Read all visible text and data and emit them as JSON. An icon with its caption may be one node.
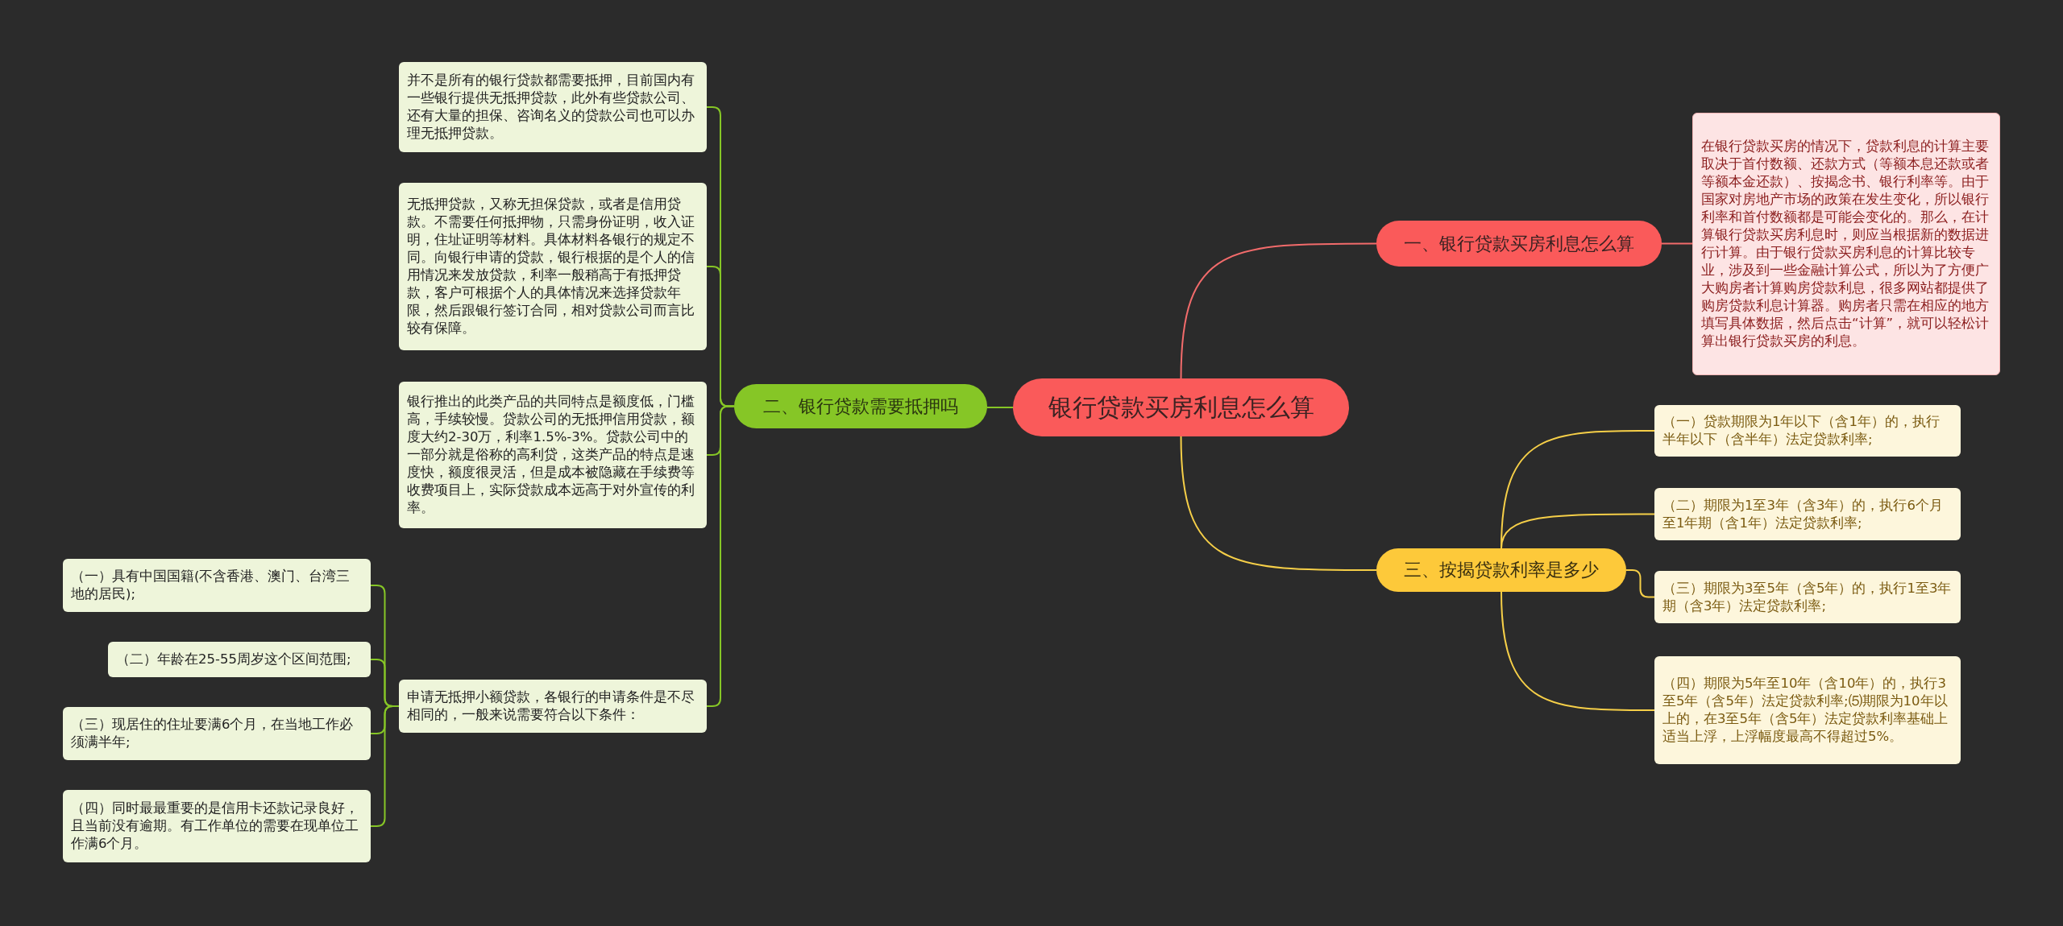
{
  "diagram": {
    "nodes": [
      {
        "text": [
          "银行贷款买房利息怎么算"
        ]
      },
      {
        "text": [
          "一、银行贷款买房利息怎么算"
        ]
      },
      {
        "text": [
          "在银行贷款买房的情况下，贷款利息的计算主要取决于首付数额、还款方式（等额本息还款或者等额本金还款）、按揭念书、银行利率等。由于国家对房地产市场的政策在发生变化，所以银行利率和首付数额都是可能会变化的。那么，在计算银行贷款买房利息时，则应当根据新的数据进行计算。由于银行贷款买房利息的计算比较专业，涉及到一些金融计算公式，所以为了方便广大购房者计算购房贷款利息，很多网站都提供了购房贷款利息计算器。购房者只需在相应的地方填写具体数据，然后点击“计算”，就可以轻松计算出银行贷款买房的利息。"
        ]
      },
      {
        "text": [
          "二、银行贷款需要抵押吗"
        ]
      },
      {
        "text": [
          "并不是所有的银行贷款都需要抵押，目前国内有一些银行提供无抵押贷款，此外有些贷款公司、还有大量的担保、咨询名义的贷款公司也可以办理无抵押贷款。"
        ]
      },
      {
        "text": [
          "无抵押贷款，又称无担保贷款，或者是信用贷款。不需要任何抵押物，只需身份证明，收入证明，住址证明等材料。具体材料各银行的规定不同。向银行申请的贷款，银行根据的是个人的信用情况来发放贷款，利率一般稍高于有抵押贷款，客户可根据个人的具体情况来选择贷款年限，然后跟银行签订合同，相对贷款公司而言比较有保障。"
        ]
      },
      {
        "text": [
          "银行推出的此类产品的共同特点是额度低，门槛高，手续较慢。贷款公司的无抵押信用贷款，额度大约2-30万，利率1.5%-3%。贷款公司中的一部分就是俗称的高利贷，这类产品的特点是速度快，额度很灵活，但是成本被隐藏在手续费等收费项目上，实际贷款成本远高于对外宣传的利率。"
        ]
      },
      {
        "text": [
          "申请无抵押小额贷款，各银行的申请条件是不尽相同的，一般来说需要符合以下条件："
        ]
      },
      {
        "text": [
          "（一）具有中国国籍(不含香港、澳门、台湾三地的居民);"
        ]
      },
      {
        "text": [
          "（二）年龄在25-55周岁这个区间范围;"
        ]
      },
      {
        "text": [
          "（三）现居住的住址要满6个月，在当地工作必须满半年;"
        ]
      },
      {
        "text": [
          "（四）同时最最重要的是信用卡还款记录良好，且当前没有逾期。有工作单位的需要在现单位工作满6个月。"
        ]
      },
      {
        "text": [
          "三、按揭贷款利率是多少"
        ]
      },
      {
        "text": [
          "（一）贷款期限为1年以下（含1年）的，执行半年以下（含半年）法定贷款利率;"
        ]
      },
      {
        "text": [
          "（二）期限为1至3年（含3年）的，执行6个月至1年期（含1年）法定贷款利率;"
        ]
      },
      {
        "text": [
          "（三）期限为3至5年（含5年）的，执行1至3年期（含3年）法定贷款利率;"
        ]
      },
      {
        "text": [
          "（四）期限为5年至10年（含10年）的，执行3至5年（含5年）法定贷款利率;⑸期限为10年以上的，在3至5年（含5年）法定贷款利率基础上适当上浮，上浮幅度最高不得超过5%。"
        ]
      }
    ],
    "edges": [
      {
        "from": 0,
        "to": 1,
        "arrow": "none",
        "color": "#f26b6b"
      },
      {
        "from": 1,
        "to": 2,
        "arrow": "none",
        "color": "#f26b6b"
      },
      {
        "from": 0,
        "to": 3,
        "arrow": "none"
      },
      {
        "from": 3,
        "to": 4,
        "arrow": "none"
      },
      {
        "from": 3,
        "to": 5,
        "arrow": "none"
      },
      {
        "from": 3,
        "to": 6,
        "arrow": "none"
      },
      {
        "from": 3,
        "to": 7,
        "arrow": "none"
      },
      {
        "from": 7,
        "to": 8,
        "arrow": "none"
      },
      {
        "from": 7,
        "to": 9,
        "arrow": "none"
      },
      {
        "from": 7,
        "to": 10,
        "arrow": "none"
      },
      {
        "from": 7,
        "to": 11,
        "arrow": "none"
      },
      {
        "from": 0,
        "to": 12,
        "arrow": "none",
        "color": "#f6cf48"
      },
      {
        "from": 12,
        "to": 13,
        "arrow": "none",
        "color": "#f6cf48"
      },
      {
        "from": 12,
        "to": 14,
        "arrow": "none",
        "color": "#f6cf48"
      },
      {
        "from": 12,
        "to": 15,
        "arrow": "none",
        "color": "#f6cf48"
      },
      {
        "from": 12,
        "to": 16,
        "arrow": "none",
        "color": "#f6cf48"
      }
    ]
  }
}
